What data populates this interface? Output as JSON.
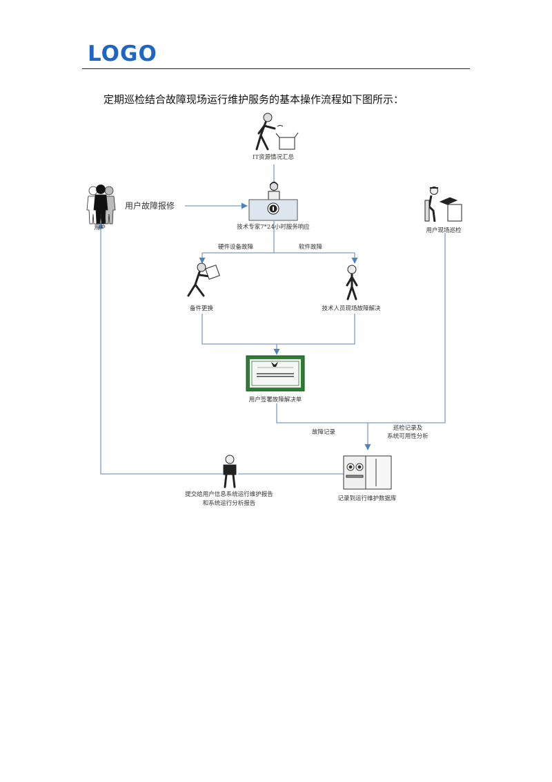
{
  "header": {
    "logo_text": "LOGO"
  },
  "intro_text": "定期巡检结合故障现场运行维护服务的基本操作流程如下图所示：",
  "diagram": {
    "nodes": {
      "it_summary": "IT资源情况汇总",
      "expert_response": "技术专家7*24小时服务响应",
      "user": "用户",
      "user_inspection": "用户现场巡检",
      "spare_replace": "备件更换",
      "tech_onsite": "技术人员现场故障解决",
      "sign_form": "用户签署故障解决单",
      "record_db": "记录到运行维护数据库",
      "report_line1": "提交给用户信息系统运行维护报告",
      "report_line2": "和系统运行分析报告"
    },
    "edges": {
      "user_fault_report": "用户故障报修",
      "hardware_fault": "硬件设备故障",
      "software_fault": "软件故障",
      "fault_record": "故障记录",
      "inspection_record_line1": "巡检记录及",
      "inspection_record_line2": "系统可用性分析"
    },
    "colors": {
      "line": "#7a9cc6",
      "arrow": "#4f81bd",
      "certificate_border": "#2e7d32"
    }
  }
}
